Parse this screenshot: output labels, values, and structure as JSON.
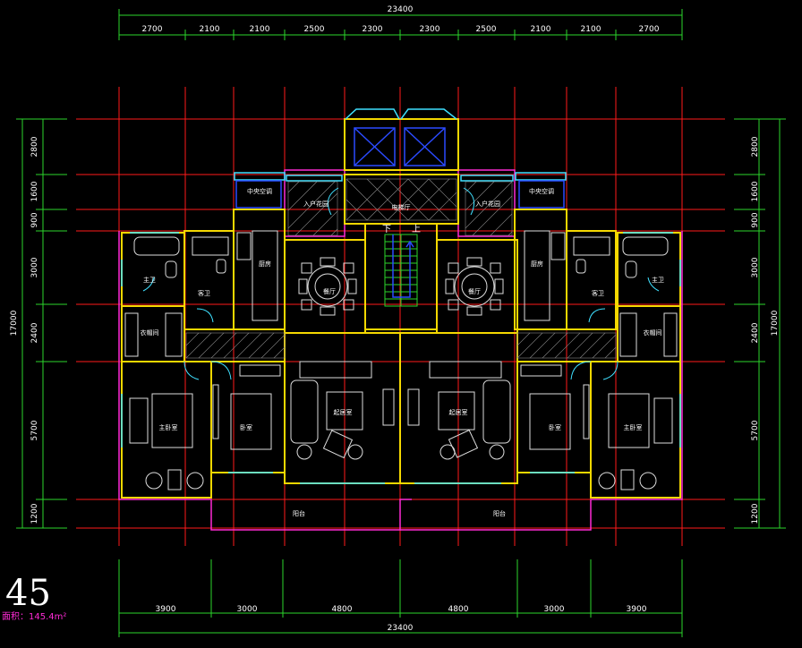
{
  "plan": {
    "total_top": "23400",
    "total_bottom": "23400",
    "top_segments": [
      "2700",
      "2100",
      "2100",
      "2500",
      "2300",
      "2300",
      "2500",
      "2100",
      "2100",
      "2700"
    ],
    "bottom_segments": [
      "3900",
      "3000",
      "4800",
      "4800",
      "3000",
      "3900"
    ],
    "left_segments": [
      "2800",
      "1600",
      "900",
      "3000",
      "2400",
      "5700",
      "1200"
    ],
    "right_segments": [
      "2800",
      "1600",
      "900",
      "3000",
      "2400",
      "5700",
      "1200"
    ],
    "total_left": "17000",
    "total_right": "17000",
    "big_number": "45",
    "area_label": "面积：145.4m²",
    "rooms": {
      "elevator_hall": "电梯厅",
      "entry_left": "入户花园",
      "entry_right": "入户花园",
      "shaft_left": "中央空调",
      "shaft_right": "中央空调",
      "kitchen_left": "厨房",
      "kitchen_right": "厨房",
      "dining_left": "餐厅",
      "dining_right": "餐厅",
      "master_bath_left": "主卫",
      "master_bath_right": "主卫",
      "guest_bath_left": "客卫",
      "guest_bath_right": "客卫",
      "closet_left": "衣帽间",
      "closet_right": "衣帽间",
      "living_left": "起居室",
      "living_right": "起居室",
      "bedroom_left": "卧室",
      "bedroom_right": "卧室",
      "master_left": "主卧室",
      "master_right": "主卧室",
      "balcony_left": "阳台",
      "balcony_right": "阳台",
      "stair_down": "下",
      "stair_up": "上"
    }
  }
}
